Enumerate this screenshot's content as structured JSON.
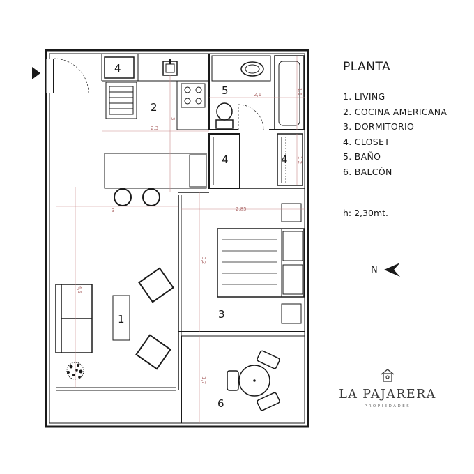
{
  "legend": {
    "title": "PLANTA",
    "items": [
      {
        "label": "1. LIVING"
      },
      {
        "label": "2. COCINA AMERICANA"
      },
      {
        "label": "3. DORMITORIO"
      },
      {
        "label": "4. CLOSET"
      },
      {
        "label": "5. BAÑO"
      },
      {
        "label": "6. BALCÓN"
      }
    ],
    "height": "h: 2,30mt."
  },
  "compass": {
    "label": "N"
  },
  "brand": {
    "name": "LA PAJARERA",
    "subtitle": "PROPIEDADES"
  },
  "rooms": {
    "living": "1",
    "kitchen": "2",
    "bedroom": "3",
    "closet_kitchen": "4",
    "closet_hall": "4",
    "closet_bedroom": "4",
    "bath": "5",
    "balcony": "6"
  },
  "dimensions": {
    "kitchen_width": "2,3",
    "kitchen_depth": "3",
    "living_width": "3",
    "bath_width": "2,1",
    "bath_depth": "1,6",
    "closet_depth": "1,2",
    "bedroom_width": "2,85",
    "bedroom_depth": "3,2",
    "living_depth": "4,5",
    "balcony_depth": "1,7"
  },
  "colors": {
    "wall": "#1a1a1a",
    "dimension": "#c98a8a",
    "text": "#1a1a1a"
  }
}
